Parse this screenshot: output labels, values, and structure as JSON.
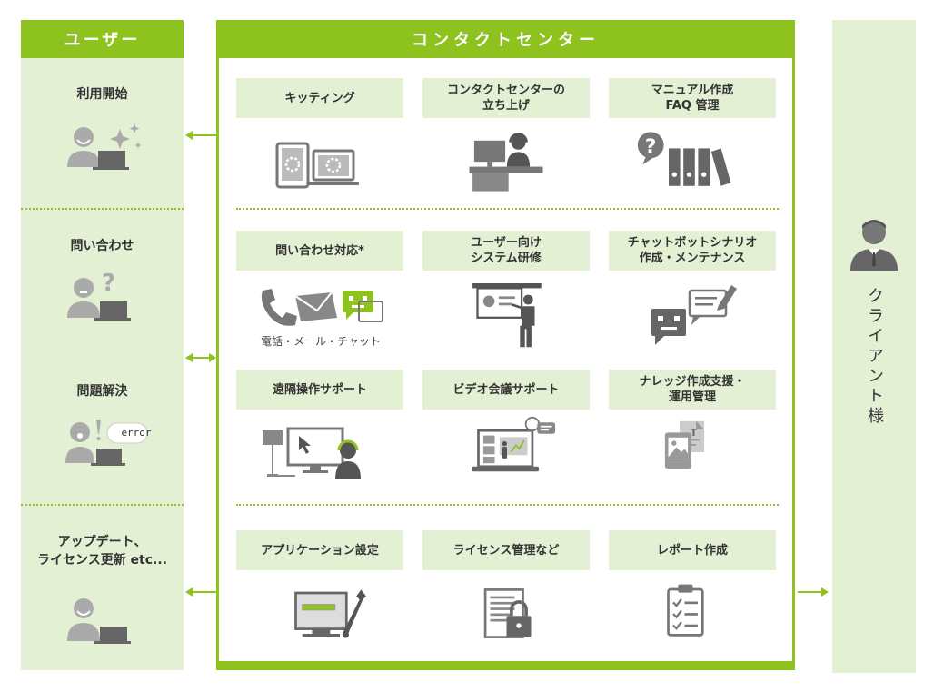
{
  "user": {
    "header": "ユーザー",
    "stages": [
      {
        "label": "利用開始"
      },
      {
        "label": "問い合わせ"
      },
      {
        "label": "問題解決"
      },
      {
        "label": "アップデート、\nライセンス更新 etc..."
      }
    ],
    "error_text": "error"
  },
  "center": {
    "header": "コンタクトセンター",
    "services": [
      {
        "label": "キッティング"
      },
      {
        "label": "コンタクトセンターの\n立ち上げ"
      },
      {
        "label": "マニュアル作成\nFAQ 管理"
      },
      {
        "label": "問い合わせ対応*"
      },
      {
        "label": "ユーザー向け\nシステム研修"
      },
      {
        "label": "チャットボットシナリオ\n作成・メンテナンス"
      },
      {
        "label": "遠隔操作サポート"
      },
      {
        "label": "ビデオ会議サポート"
      },
      {
        "label": "ナレッジ作成支援・\n運用管理"
      },
      {
        "label": "アプリケーション設定"
      },
      {
        "label": "ライセンス管理など"
      },
      {
        "label": "レポート作成"
      }
    ],
    "contact_caption": "電話・メール・チャット"
  },
  "client": {
    "label": "クライアント様"
  },
  "colors": {
    "accent": "#8dc21f",
    "panel_bg": "#e4f0d4",
    "icon_gray": "#8c8c8c",
    "icon_dark": "#555555"
  },
  "icons": {
    "user_start": "person-laptop-sparkle-icon",
    "user_inquiry": "person-question-icon",
    "user_solve": "person-error-icon",
    "user_update": "person-laptop-icon",
    "kitting": "tablet-laptop-gear-icon",
    "center_setup": "operator-desk-icon",
    "manual": "question-binders-icon",
    "inquiry": "phone-mail-chat-icon",
    "training": "presenter-board-icon",
    "chatbot": "chatbot-bubbles-icon",
    "remote": "remote-operator-icon",
    "video": "video-meeting-icon",
    "knowledge": "documents-image-icon",
    "app_setting": "monitor-wrench-icon",
    "license": "document-lock-icon",
    "report": "clipboard-checklist-icon",
    "client": "businessman-icon"
  }
}
